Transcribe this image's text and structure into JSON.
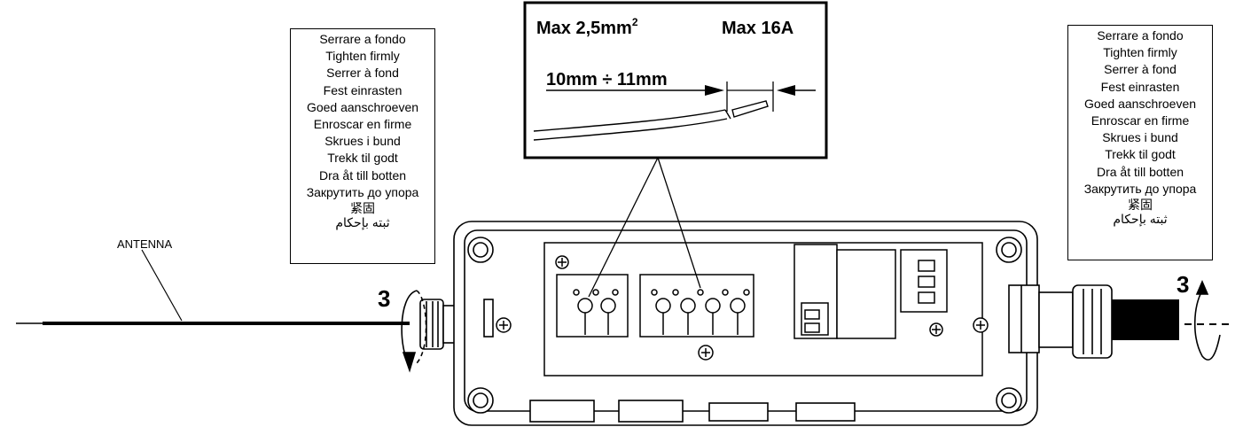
{
  "spec_box": {
    "max_section": "Max 2,5mm",
    "max_section_sup": "2",
    "max_current": "Max 16A",
    "strip_length": "10mm ÷ 11mm"
  },
  "tighten_instructions": [
    "Serrare a fondo",
    "Tighten firmly",
    "Serrer à fond",
    "Fest einrasten",
    "Goed aanschroeven",
    "Enroscar en firme",
    "Skrues i bund",
    "Trekk til godt",
    "Dra åt till botten",
    "Закрутить до упора",
    "紧固",
    "ثبته بإحكام"
  ],
  "antenna_label": "ANTENNA",
  "step_left": "3",
  "step_right": "3"
}
